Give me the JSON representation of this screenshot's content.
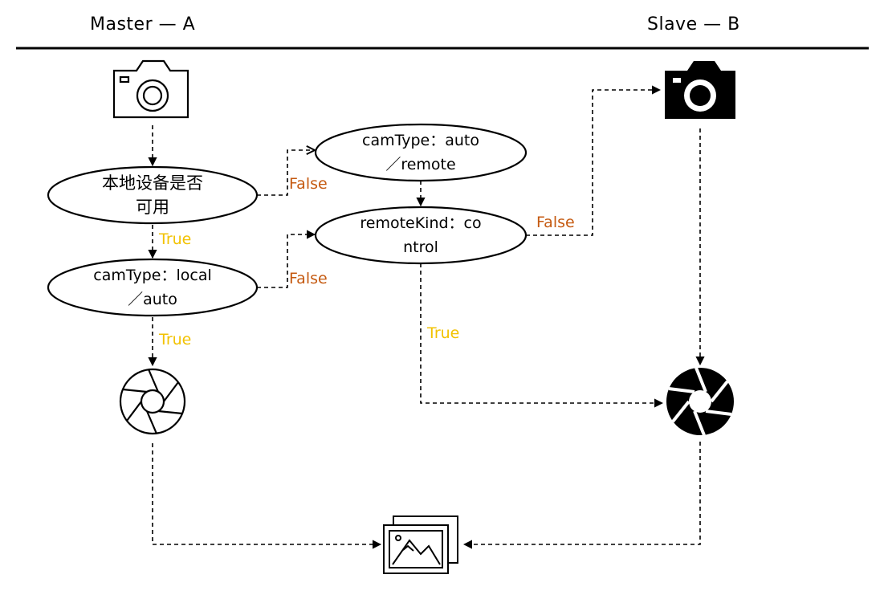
{
  "header": {
    "left_title": "Master — A",
    "right_title": "Slave — B"
  },
  "nodes": {
    "local_available": {
      "line1": "本地设备是否",
      "line2": "可用"
    },
    "camtype_local": {
      "line1": "camType：local",
      "line2": "／auto"
    },
    "camtype_remote": {
      "line1": "camType：auto",
      "line2": "／remote"
    },
    "remote_kind": {
      "line1": "remoteKind：co",
      "line2": "ntrol"
    }
  },
  "edge_labels": {
    "local_available_to_camtype_remote": "False",
    "local_available_to_camtype_local": "True",
    "camtype_local_to_remote_kind": "False",
    "camtype_local_to_shutter_a": "True",
    "remote_kind_to_camera_b": "False",
    "remote_kind_to_shutter_b": "True"
  },
  "icons": {
    "camera_a": "camera-outline-icon",
    "camera_b": "camera-filled-icon",
    "shutter_a": "aperture-outline-icon",
    "shutter_b": "aperture-filled-icon",
    "gallery": "image-gallery-icon"
  },
  "colors": {
    "true_label": "#f2c200",
    "false_label": "#c55a11",
    "line": "#000000"
  }
}
